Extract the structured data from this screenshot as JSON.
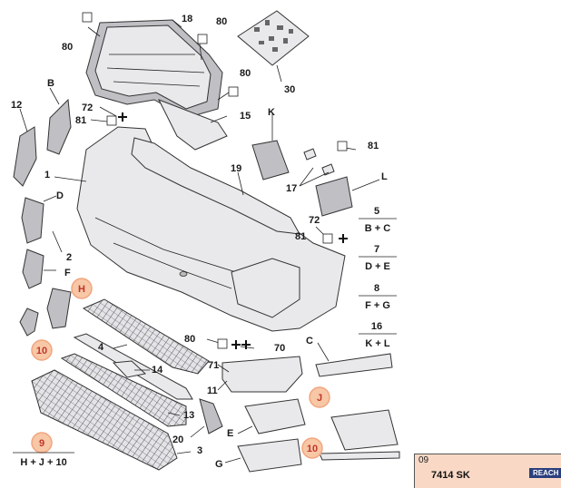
{
  "parts": {
    "p18": "18",
    "p80a": "80",
    "p80b": "80",
    "p80c": "80",
    "p30": "30",
    "pB": "B",
    "p12": "12",
    "p72a": "72",
    "p81a": "81",
    "p15": "15",
    "pK": "K",
    "p1": "1",
    "p19": "19",
    "p81b": "81",
    "p17": "17",
    "pL": "L",
    "pD": "D",
    "p72b": "72",
    "p81c": "81",
    "p2": "2",
    "pF": "F",
    "p4": "4",
    "p80d": "80",
    "p70": "70",
    "pC": "C",
    "p14": "14",
    "p71": "71",
    "p11": "11",
    "p13": "13",
    "pE": "E",
    "p20": "20",
    "p3": "3",
    "pG": "G"
  },
  "highlighted": {
    "H": "H",
    "ten1": "10",
    "nine": "9",
    "J": "J",
    "ten2": "10"
  },
  "sets": [
    {
      "num": "5",
      "formula": "B + C"
    },
    {
      "num": "7",
      "formula": "D + E"
    },
    {
      "num": "8",
      "formula": "F + G"
    },
    {
      "num": "16",
      "formula": "K + L"
    }
  ],
  "set9_formula": "H + J + 10",
  "info": {
    "code": "09",
    "ref": "7414 SK",
    "badge": "REACH"
  }
}
